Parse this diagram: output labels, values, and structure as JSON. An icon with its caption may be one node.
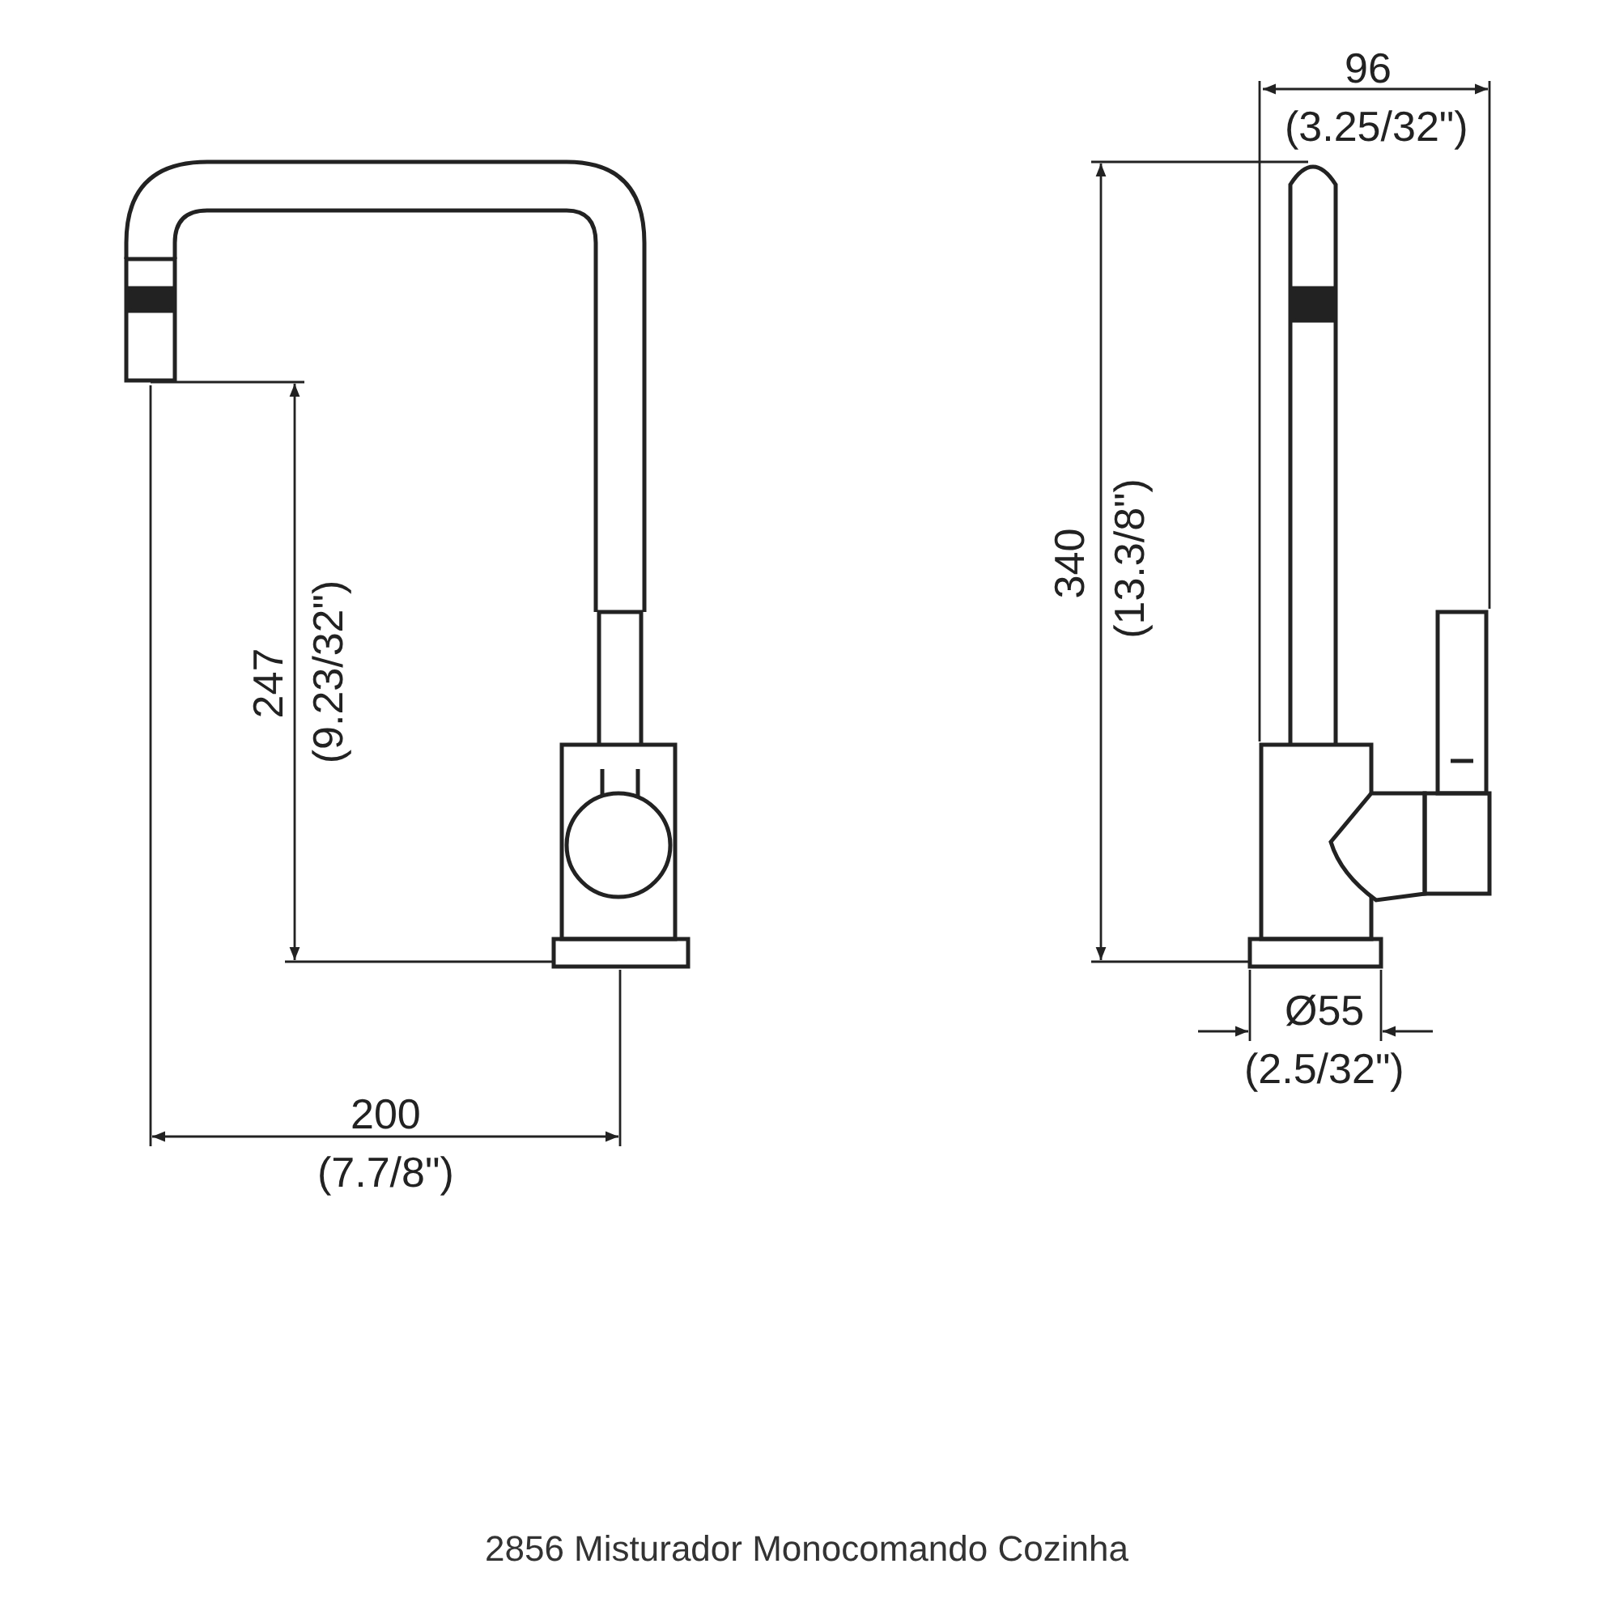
{
  "diagram": {
    "caption": "2856 Misturador Monocomando Cozinha",
    "labels": [
      "96",
      "(3.25/32\")",
      "340",
      "(13.3/8\")",
      "247",
      "(9.23/32\")",
      "Ø55",
      "(2.5/32\")",
      "200",
      "(7.7/8\")"
    ]
  }
}
